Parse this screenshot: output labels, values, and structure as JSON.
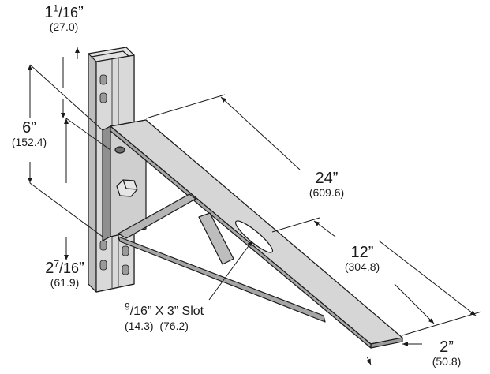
{
  "dimensions": {
    "channel_width": {
      "whole": "1",
      "num": "1",
      "den": "/16",
      "unit": "”",
      "metric": "(27.0)"
    },
    "hole_spacing": {
      "imperial": "6”",
      "metric": "(152.4)"
    },
    "bottom_offset": {
      "whole": "2",
      "num": "7",
      "den": "/16",
      "unit": "”",
      "metric": "(61.9)"
    },
    "arm_length": {
      "imperial": "24”",
      "metric": "(609.6)"
    },
    "slot_position": {
      "imperial": "12”",
      "metric": "(304.8)"
    },
    "arm_width": {
      "imperial": "2”",
      "metric": "(50.8)"
    },
    "slot": {
      "num": "9",
      "den": "/16",
      "unit": "”",
      "x": "X",
      "length": "3”",
      "word": "Slot",
      "metric_width": "(14.3)",
      "metric_length": "(76.2)"
    }
  },
  "colors": {
    "steel_top": "#d6d6d6",
    "steel_side": "#9a9a9a",
    "steel_dark": "#6e6e6e",
    "line": "#1a1a1a"
  }
}
